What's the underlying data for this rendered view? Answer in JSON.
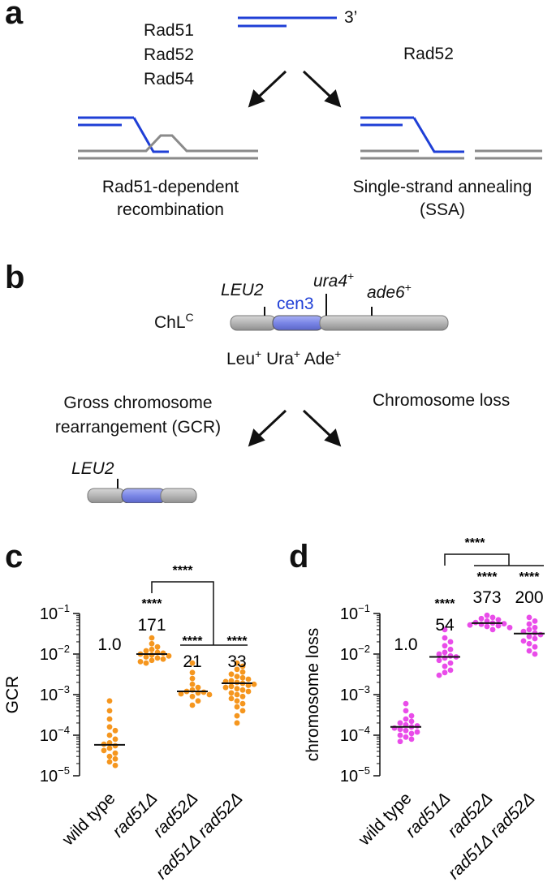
{
  "panel_a": {
    "letter": "a",
    "three_prime": "3’",
    "left_proteins": [
      "Rad51",
      "Rad52",
      "Rad54"
    ],
    "right_protein": "Rad52",
    "left_outcome": [
      "Rad51-dependent",
      "recombination"
    ],
    "right_outcome": [
      "Single-strand annealing",
      "(SSA)"
    ]
  },
  "panel_b": {
    "letter": "b",
    "chromosome_label": "ChL",
    "chromosome_sup": "C",
    "leu2": "LEU2",
    "cen3": "cen3",
    "ura4": "ura4",
    "ade6": "ade6",
    "plus": "+",
    "phenotype": [
      {
        "name": "Leu",
        "sup": "+"
      },
      {
        "name": "Ura",
        "sup": "+"
      },
      {
        "name": "Ade",
        "sup": "+"
      }
    ],
    "left_outcome": [
      "Gross chromosome",
      "rearrangement (GCR)"
    ],
    "right_outcome": "Chromosome loss",
    "gcr_leu2": "LEU2"
  },
  "colors": {
    "blue_strand": "#1f3fd6",
    "gray_strand": "#8a8a8a",
    "orange": "#f5961e",
    "magenta": "#e94ce9",
    "cen_blue": "#7a86e6"
  },
  "chart_data": [
    {
      "panel": "c",
      "type": "scatter",
      "ylabel": "GCR",
      "yscale": "log",
      "ylim": [
        1e-05,
        0.1
      ],
      "ytick_labels": [
        {
          "base": "10",
          "exp": "−1"
        },
        {
          "base": "10",
          "exp": "−2"
        },
        {
          "base": "10",
          "exp": "−3"
        },
        {
          "base": "10",
          "exp": "−4"
        },
        {
          "base": "10",
          "exp": "−5"
        }
      ],
      "categories": [
        {
          "label": "wild type",
          "italic": false
        },
        {
          "label": "rad51Δ",
          "italic": true
        },
        {
          "label": "rad52Δ",
          "italic": true
        },
        {
          "label": "rad51Δ rad52Δ",
          "italic": true
        }
      ],
      "fold_labels": [
        "1.0",
        "171",
        "21",
        "33"
      ],
      "significance": [
        "",
        "****",
        "****",
        "****"
      ],
      "bracket_label": "****",
      "medians": [
        5.8e-05,
        0.01,
        0.0012,
        0.0019
      ],
      "points": [
        [
          0.0007,
          0.0004,
          0.00025,
          0.00016,
          0.00013,
          0.0001,
          8e-05,
          6.5e-05,
          6e-05,
          5.5e-05,
          4.8e-05,
          4.2e-05,
          3.6e-05,
          3e-05,
          2.6e-05,
          2.2e-05,
          1.8e-05
        ],
        [
          0.025,
          0.018,
          0.015,
          0.013,
          0.012,
          0.011,
          0.0105,
          0.01,
          0.0095,
          0.009,
          0.0085,
          0.008,
          0.0075,
          0.007,
          0.0065,
          0.006
        ],
        [
          0.006,
          0.0035,
          0.0025,
          0.0018,
          0.0015,
          0.0013,
          0.0012,
          0.00115,
          0.0011,
          0.00105,
          0.001,
          0.0009,
          0.0007,
          0.00055
        ],
        [
          0.006,
          0.005,
          0.0042,
          0.0036,
          0.0032,
          0.0028,
          0.0026,
          0.0024,
          0.0022,
          0.0021,
          0.002,
          0.0019,
          0.0018,
          0.0017,
          0.0016,
          0.0015,
          0.0014,
          0.0013,
          0.0012,
          0.0011,
          0.001,
          0.0009,
          0.0008,
          0.0007,
          0.0006,
          0.0005,
          0.0004,
          0.0003,
          0.0002
        ]
      ]
    },
    {
      "panel": "d",
      "type": "scatter",
      "ylabel": "chromosome loss",
      "yscale": "log",
      "ylim": [
        1e-05,
        0.1
      ],
      "ytick_labels": [
        {
          "base": "10",
          "exp": "−1"
        },
        {
          "base": "10",
          "exp": "−2"
        },
        {
          "base": "10",
          "exp": "−3"
        },
        {
          "base": "10",
          "exp": "−4"
        },
        {
          "base": "10",
          "exp": "−5"
        }
      ],
      "categories": [
        {
          "label": "wild type",
          "italic": false
        },
        {
          "label": "rad51Δ",
          "italic": true
        },
        {
          "label": "rad52Δ",
          "italic": true
        },
        {
          "label": "rad51Δ rad52Δ",
          "italic": true
        }
      ],
      "fold_labels": [
        "1.0",
        "54",
        "373",
        "200"
      ],
      "significance": [
        "",
        "****",
        "****",
        "****"
      ],
      "bracket_label": "****",
      "medians": [
        0.00016,
        0.0085,
        0.058,
        0.032
      ],
      "points": [
        [
          0.0006,
          0.0004,
          0.0003,
          0.00025,
          0.00022,
          0.0002,
          0.00018,
          0.00017,
          0.00016,
          0.00015,
          0.00014,
          0.00013,
          0.00012,
          0.00011,
          0.0001,
          9e-05,
          8e-05,
          7e-05
        ],
        [
          0.04,
          0.025,
          0.02,
          0.016,
          0.013,
          0.011,
          0.01,
          0.009,
          0.0085,
          0.008,
          0.007,
          0.006,
          0.005,
          0.004,
          0.0035,
          0.003
        ],
        [
          0.09,
          0.08,
          0.075,
          0.07,
          0.065,
          0.06,
          0.058,
          0.056,
          0.054,
          0.052,
          0.05,
          0.048,
          0.045,
          0.04
        ],
        [
          0.08,
          0.065,
          0.055,
          0.045,
          0.04,
          0.036,
          0.033,
          0.03,
          0.027,
          0.024,
          0.021,
          0.018,
          0.015,
          0.012,
          0.01
        ]
      ]
    }
  ]
}
